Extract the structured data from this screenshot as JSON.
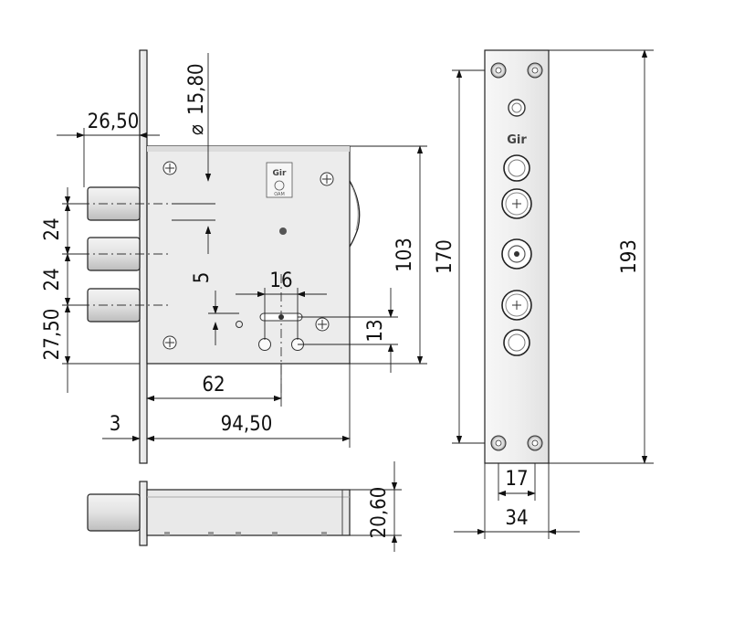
{
  "drawing": {
    "brand": "Gir",
    "dimensions": {
      "d_26_50": "26,50",
      "d_15_80": "15,80",
      "d_24_a": "24",
      "d_24_b": "24",
      "d_27_50": "27,50",
      "d_5": "5",
      "d_16": "16",
      "d_13": "13",
      "d_62": "62",
      "d_3": "3",
      "d_94_50": "94,50",
      "d_103": "103",
      "d_170": "170",
      "d_193": "193",
      "d_17": "17",
      "d_34": "34",
      "d_20_60": "20,60"
    },
    "diameter_symbol": "⌀"
  }
}
